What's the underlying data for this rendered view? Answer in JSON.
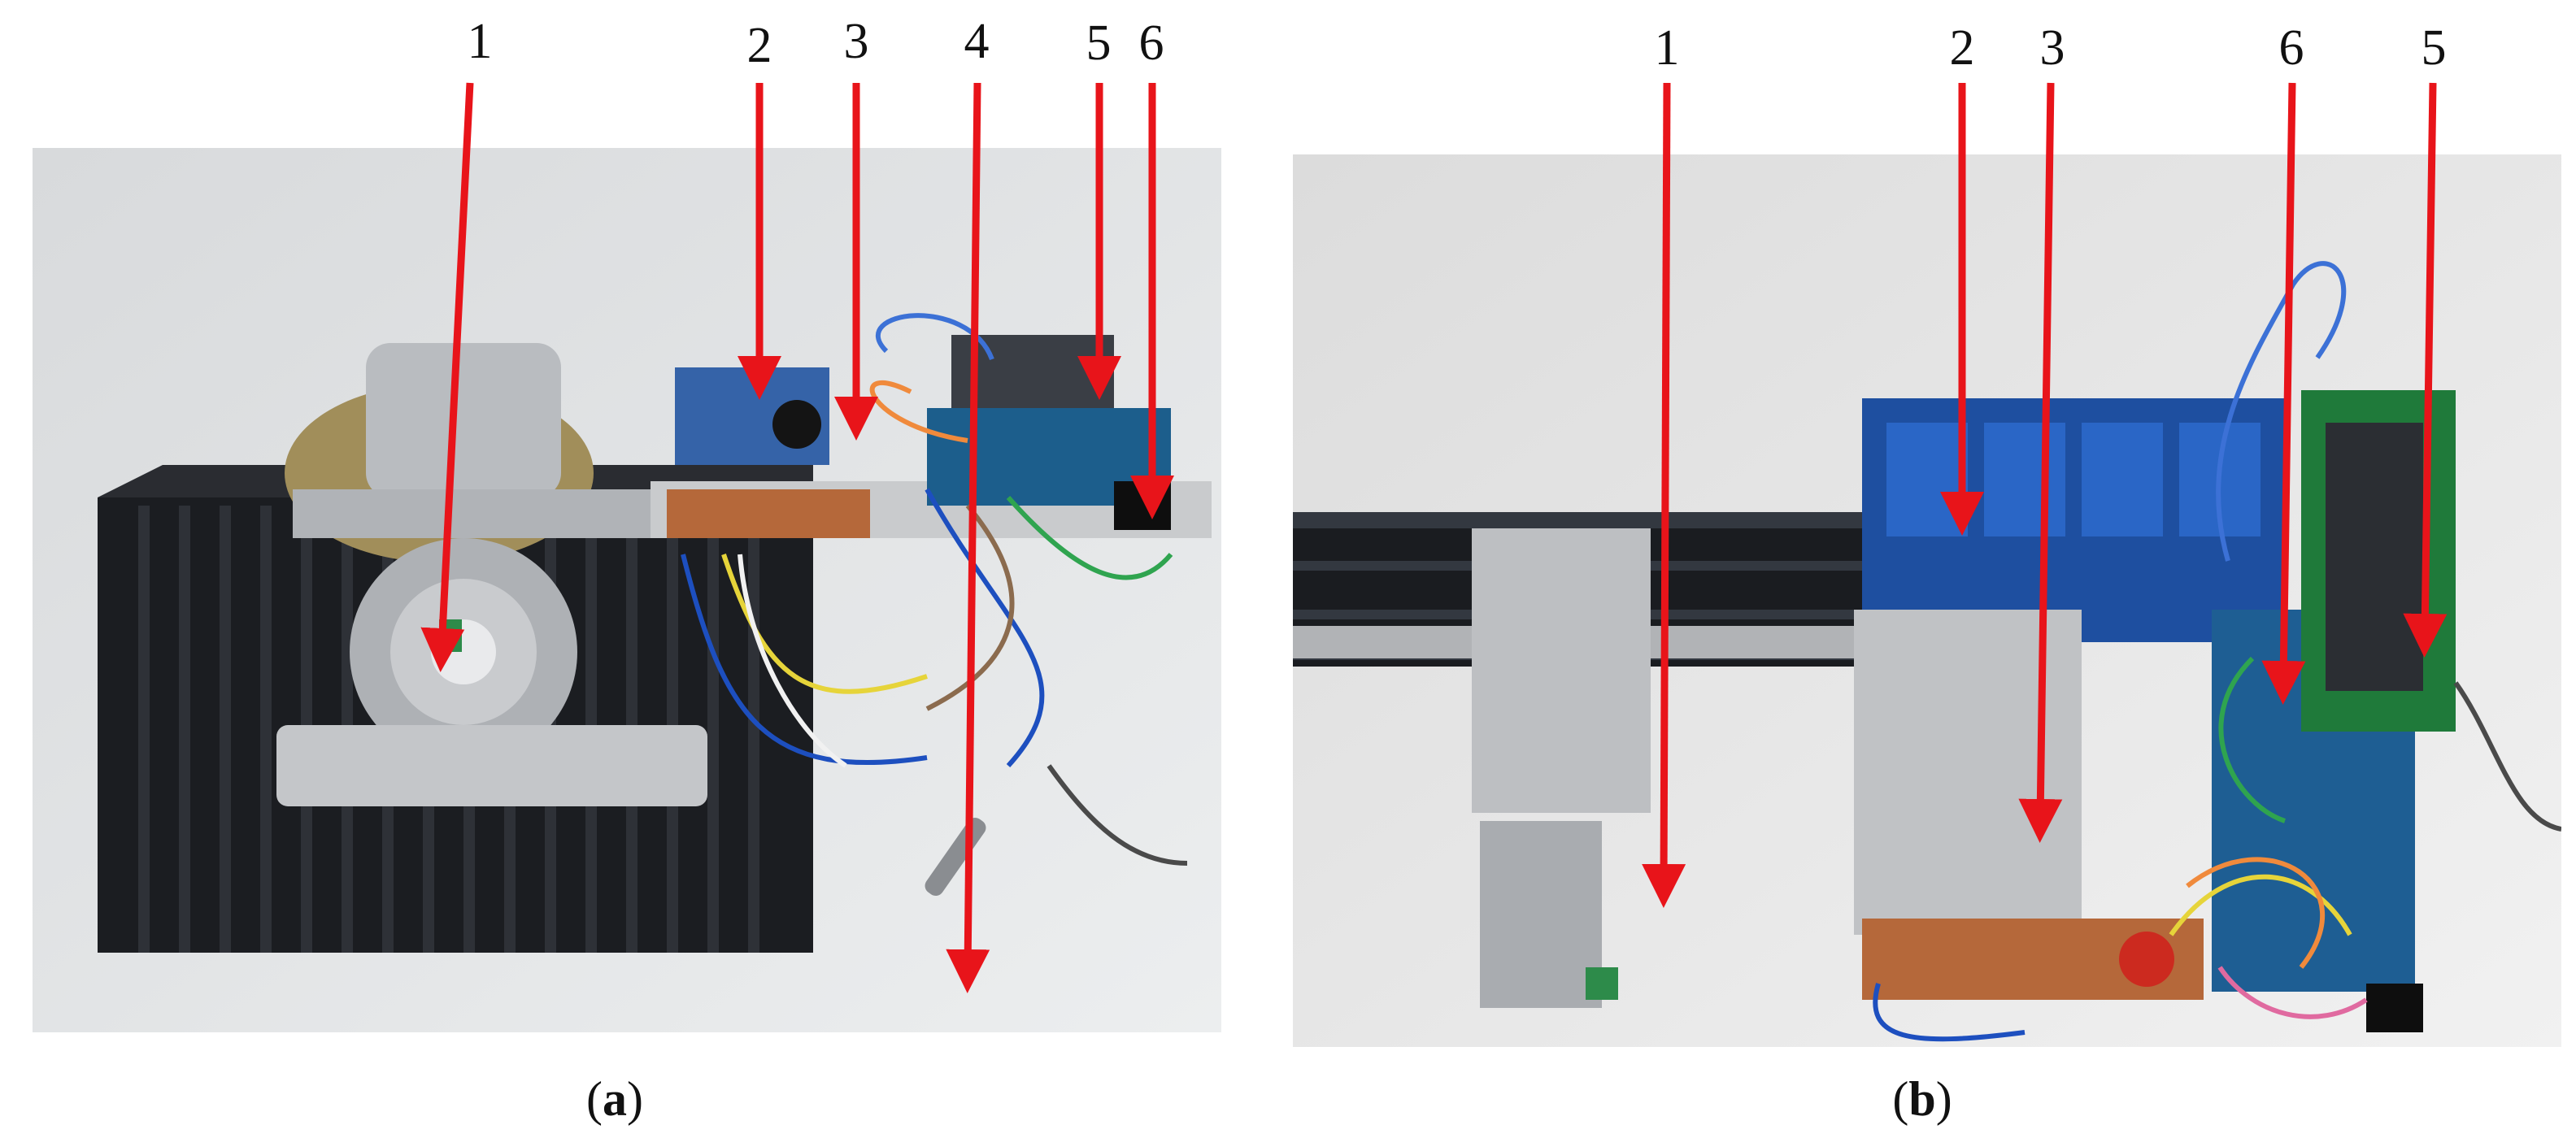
{
  "figure": {
    "panel_a": {
      "caption": {
        "open": "(",
        "letter": "a",
        "close": ")"
      },
      "callouts": [
        "1",
        "2",
        "3",
        "4",
        "5",
        "6"
      ]
    },
    "panel_b": {
      "caption": {
        "open": "(",
        "letter": "b",
        "close": ")"
      },
      "callouts": [
        "1",
        "2",
        "3",
        "6",
        "5"
      ]
    }
  },
  "colors": {
    "arrow": "#e8141a",
    "heatsink": "#16181c",
    "relay_board": "#1e4fa0",
    "pcb_copper": "#b5683a",
    "lcd_green": "#1f7a3a"
  }
}
